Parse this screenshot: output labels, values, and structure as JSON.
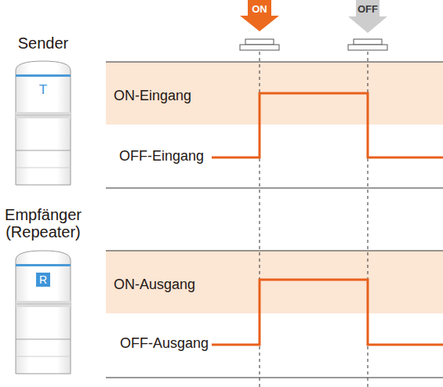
{
  "diagram": {
    "nodes": [
      {
        "text": [
          "ON"
        ]
      },
      {
        "text": [
          "OFF"
        ]
      },
      {
        "text": [
          "ON-Eingang"
        ]
      },
      {
        "text": [
          "ON-Ausgang"
        ]
      },
      {
        "text": [
          "R"
        ]
      }
    ],
    "labels": [
      "Sender",
      "T",
      "OFF-Eingang",
      "Empfänger (Repeater)",
      "OFF-Ausgang"
    ]
  }
}
